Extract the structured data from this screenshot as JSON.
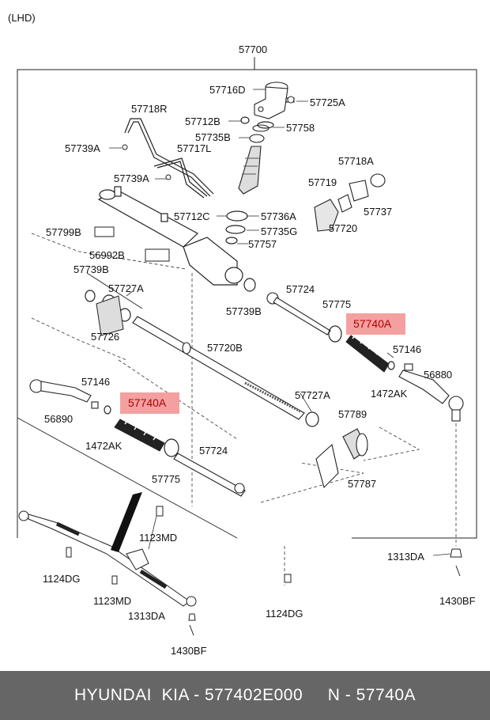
{
  "header": {
    "mode": "(LHD)"
  },
  "assembly_label": "57700",
  "labels": {
    "p57716D": "57716D",
    "p57725A": "57725A",
    "p57712B": "57712B",
    "p57758": "57758",
    "p57718R": "57718R",
    "p57735B": "57735B",
    "p57739A_top": "57739A",
    "p57717L": "57717L",
    "p57718A": "57718A",
    "p57739A_mid": "57739A",
    "p57719": "57719",
    "p57737": "57737",
    "p57712C": "57712C",
    "p57736A": "57736A",
    "p57720": "57720",
    "p57799B": "57799B",
    "p57735G": "57735G",
    "p57757": "57757",
    "p56992B": "56992B",
    "p57739B_left": "57739B",
    "p57727A_top": "57727A",
    "p57724_top": "57724",
    "p57775_top": "57775",
    "p57739B_right": "57739B",
    "p57726": "57726",
    "p57720B": "57720B",
    "p57146_right": "57146",
    "p56880": "56880",
    "p1472AK_right": "1472AK",
    "p57146_left": "57146",
    "p57727A_mid": "57727A",
    "p56890": "56890",
    "p57789": "57789",
    "p1472AK_left": "1472AK",
    "p57724_bottom": "57724",
    "p57775_bottom": "57775",
    "p57787": "57787",
    "p1123MD_top": "1123MD",
    "p1313DA_right": "1313DA",
    "p1124DG_left": "1124DG",
    "p1430BF_right": "1430BF",
    "p1123MD_bottom": "1123MD",
    "p1124DG_right": "1124DG",
    "p1313DA_left": "1313DA",
    "p1430BF_left": "1430BF"
  },
  "highlight": {
    "part": "57740A",
    "color": "#f4a0a0",
    "text_color": "#b00000"
  },
  "footer": {
    "text": "HYUNDAI  KIA - 577402E000     N - 57740A"
  },
  "colors": {
    "line": "#222222",
    "footer_bg": "#666666"
  }
}
